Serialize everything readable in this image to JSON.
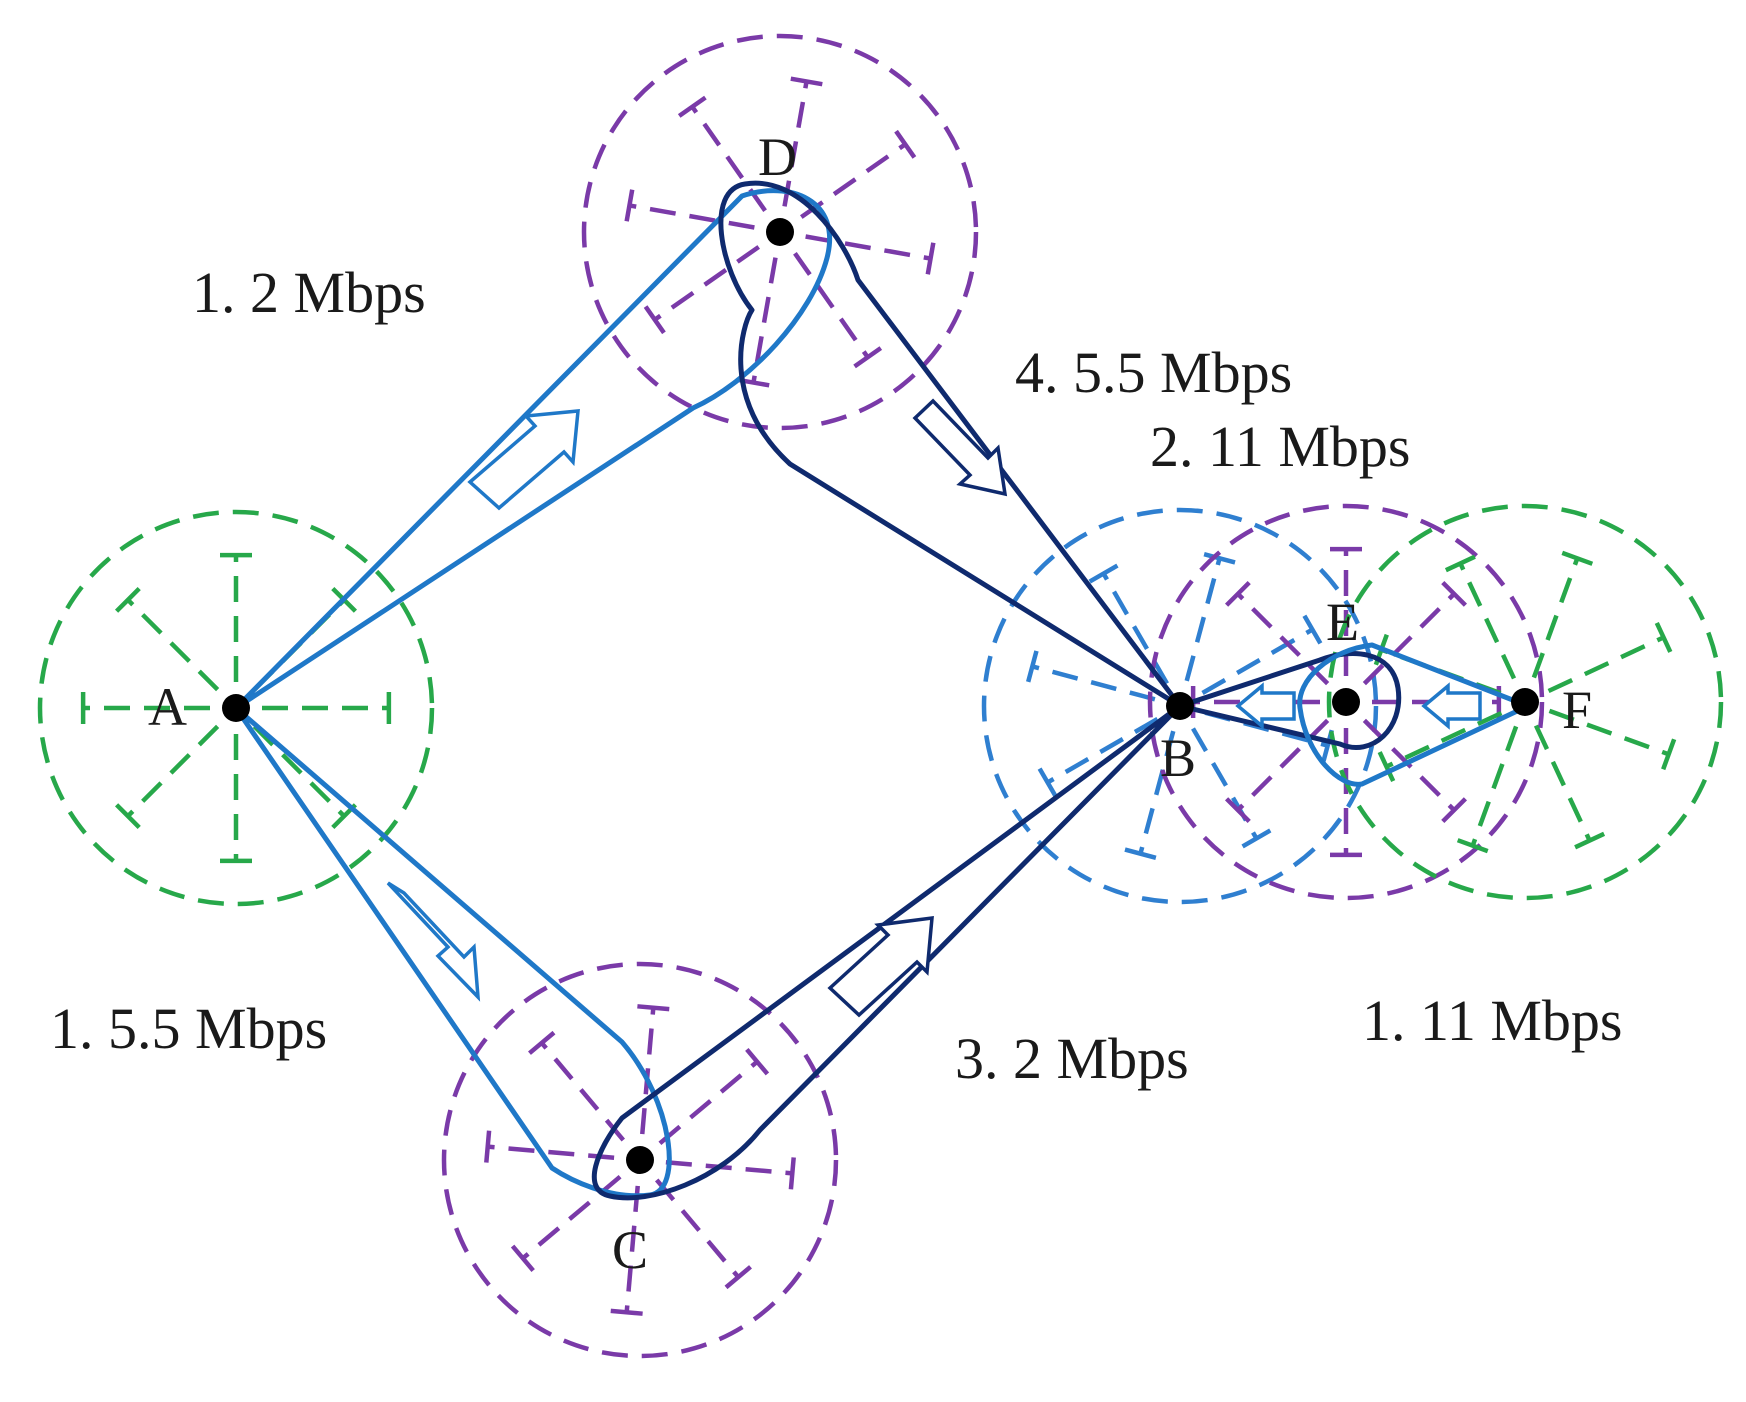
{
  "colors": {
    "green": "#27a84a",
    "purple": "#7a3aa8",
    "blue": "#2f7fd0",
    "beam_light": "#1f78c8",
    "beam_dark": "#0f2a6e",
    "node": "#000000",
    "text": "#1a1a1a"
  },
  "nodes": {
    "A": {
      "label": "A"
    },
    "B": {
      "label": "B"
    },
    "C": {
      "label": "C"
    },
    "D": {
      "label": "D"
    },
    "E": {
      "label": "E"
    },
    "F": {
      "label": "F"
    }
  },
  "links": [
    {
      "id": "A-D",
      "label": "1. 2 Mbps",
      "color": "beam_light"
    },
    {
      "id": "A-C",
      "label": "1. 5.5 Mbps",
      "color": "beam_light"
    },
    {
      "id": "D-B",
      "label": "4. 5.5 Mbps",
      "color": "beam_dark"
    },
    {
      "id": "C-B",
      "label": "3. 2 Mbps",
      "color": "beam_dark"
    },
    {
      "id": "E-B",
      "label": "2. 11 Mbps",
      "color": "beam_dark"
    },
    {
      "id": "F-E",
      "label": "1. 11 Mbps",
      "color": "beam_light"
    }
  ]
}
